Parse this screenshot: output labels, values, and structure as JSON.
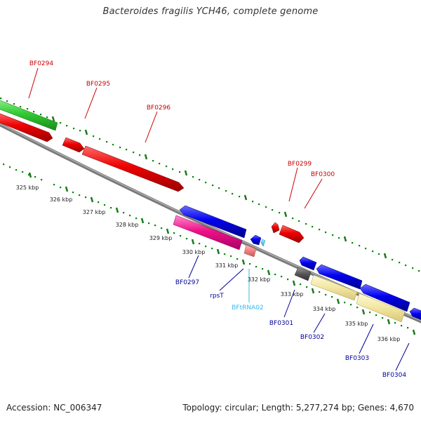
{
  "title": "Bacteroides fragilis YCH46, complete genome",
  "footer": {
    "accession": "Accession: NC_006347",
    "topology": "Topology: circular; Length: 5,277,274 bp; Genes: 4,670"
  },
  "colors": {
    "forward_gene": "#ff0000",
    "reverse_gene": "#0000ff",
    "forward_label": "#cc0000",
    "reverse_label": "#000099",
    "trna_label": "#33ccee",
    "backbone": "#7a7a7a",
    "tick_dot": "#008800",
    "tick_major": "#1a7a1a"
  },
  "scale_labels": [
    "325 kbp",
    "326 kbp",
    "327 kbp",
    "328 kbp",
    "329 kbp",
    "330 kbp",
    "331 kbp",
    "332 kbp",
    "333 kbp",
    "334 kbp",
    "335 kbp",
    "336 kbp"
  ],
  "gene_labels": {
    "forward": [
      "BF0294",
      "BF0295",
      "BF0296",
      "BF0299",
      "BF0300"
    ],
    "reverse": [
      "BF0297",
      "rpsT",
      "BFtRNA02",
      "BF0301",
      "BF0302",
      "BF0303",
      "BF0304"
    ]
  }
}
